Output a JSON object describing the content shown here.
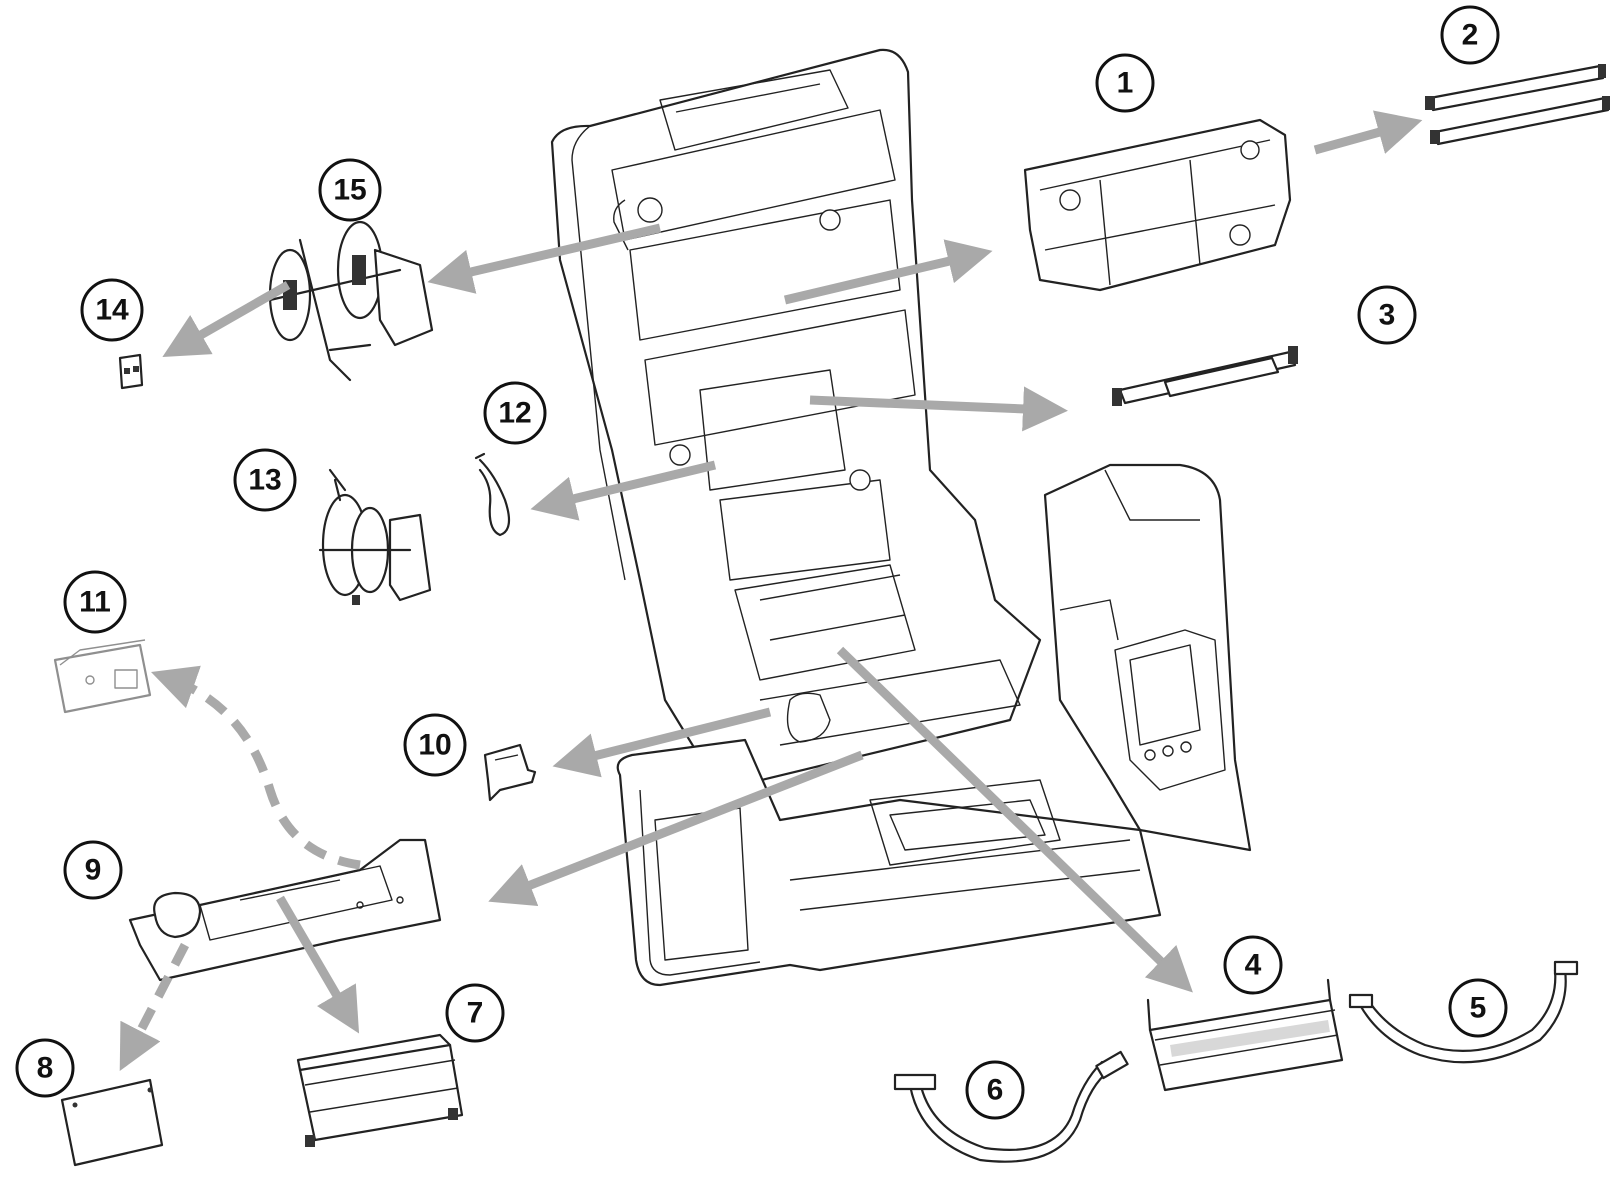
{
  "callouts": [
    {
      "id": "1",
      "label": "1"
    },
    {
      "id": "2",
      "label": "2"
    },
    {
      "id": "3",
      "label": "3"
    },
    {
      "id": "4",
      "label": "4"
    },
    {
      "id": "5",
      "label": "5"
    },
    {
      "id": "6",
      "label": "6"
    },
    {
      "id": "7",
      "label": "7"
    },
    {
      "id": "8",
      "label": "8"
    },
    {
      "id": "9",
      "label": "9"
    },
    {
      "id": "10",
      "label": "10"
    },
    {
      "id": "11",
      "label": "11"
    },
    {
      "id": "12",
      "label": "12"
    },
    {
      "id": "13",
      "label": "13"
    },
    {
      "id": "14",
      "label": "14"
    },
    {
      "id": "15",
      "label": "15"
    }
  ],
  "colors": {
    "arrow": "#a9a9a9",
    "line": "#222222",
    "background": "#ffffff"
  }
}
